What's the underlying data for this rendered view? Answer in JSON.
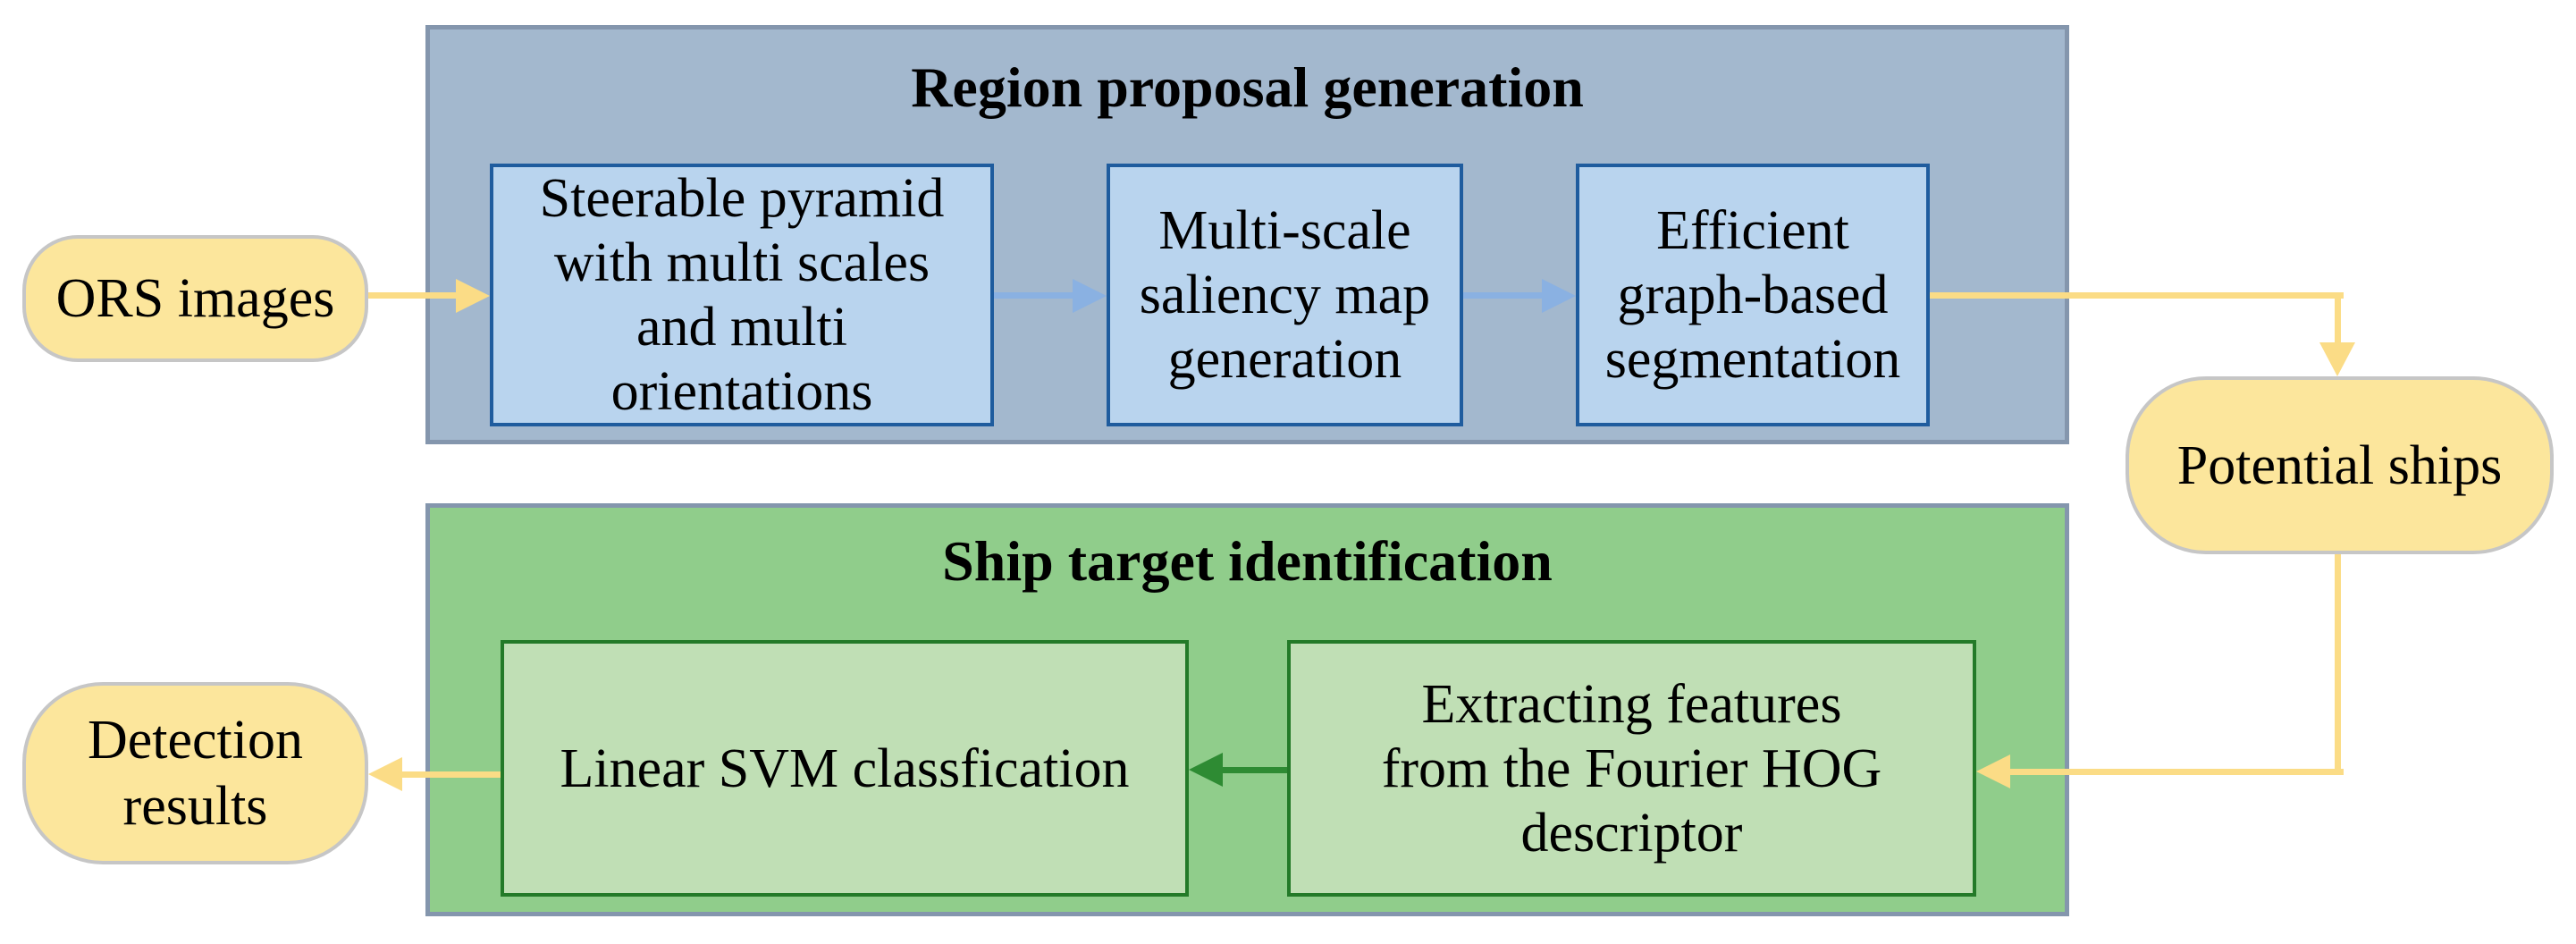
{
  "figure": {
    "stages": {
      "region_proposal": {
        "title": "Region proposal generation",
        "steps": [
          "Steerable pyramid\nwith multi scales\nand multi\norientations",
          "Multi-scale\nsaliency map\ngeneration",
          "Efficient\ngraph-based\nsegmentation"
        ]
      },
      "ship_identification": {
        "title": "Ship target identification",
        "steps": [
          "Linear SVM classfication",
          "Extracting features\nfrom the Fourier HOG\ndescriptor"
        ]
      }
    },
    "terminals": {
      "input": "ORS images",
      "intermediate": "Potential ships",
      "output": "Detection\nresults"
    },
    "colors": {
      "region_container_fill": "#A3B8CE",
      "region_container_border": "#8496AD",
      "region_step_fill": "#B9D4EE",
      "region_step_border": "#1F5C9E",
      "ship_container_fill": "#90CD8B",
      "ship_container_border": "#8496AD",
      "ship_step_fill": "#C0DFB5",
      "ship_step_border": "#237A28",
      "terminal_fill": "#FCE69C",
      "terminal_border": "#C6C6C6",
      "arrow_yellow": "#FBDC86",
      "arrow_blue": "#8AB1E2",
      "arrow_green": "#2E8B33",
      "text": "#000000"
    }
  }
}
